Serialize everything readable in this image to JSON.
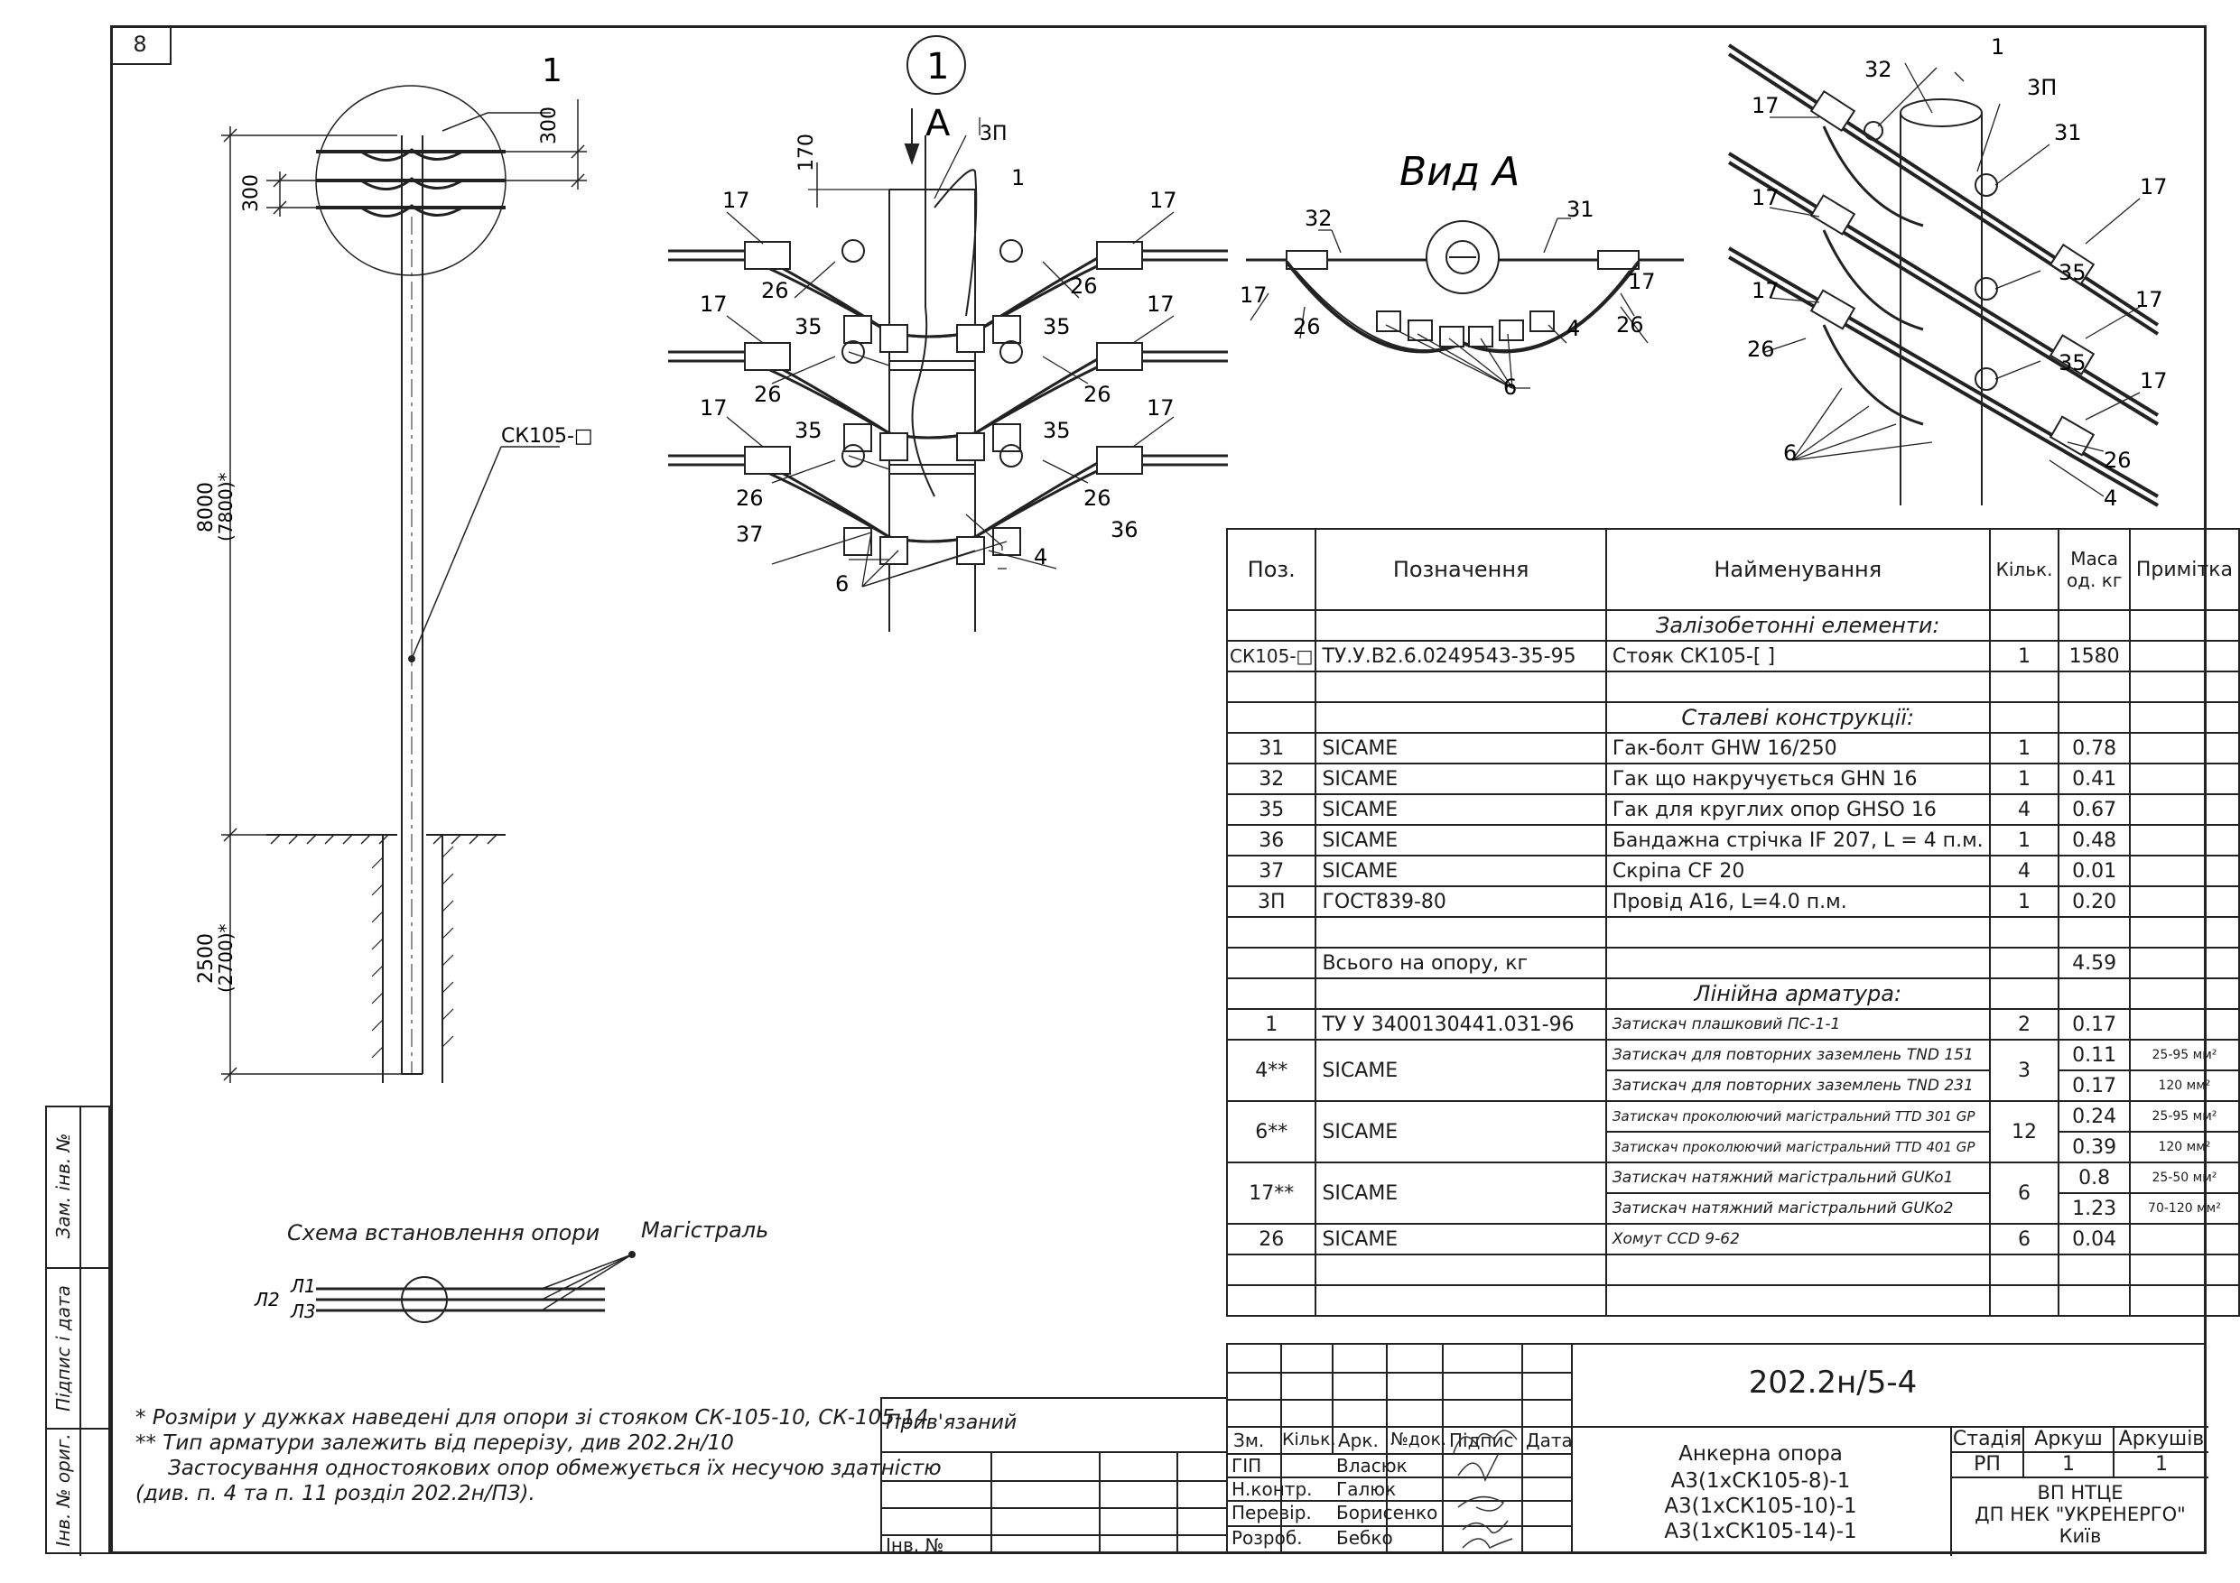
{
  "sheet_number": "8",
  "pole": {
    "callout": "1",
    "label": "СК105-□",
    "dim_top": "300",
    "dim_top2": "300",
    "dim_height": "8000",
    "dim_height_alt": "(7800)*",
    "dim_ground": "2500",
    "dim_ground_alt": "(2700)*"
  },
  "detail1": {
    "callout": "1",
    "view_arrow": "А",
    "dim": "170",
    "labels": {
      "zp": "3П",
      "p1": "1",
      "p17": "17",
      "p26": "26",
      "p35": "35",
      "p37": "37",
      "p36": "36",
      "p4": "4",
      "p6": "6"
    }
  },
  "view_a": {
    "title": "Вид А",
    "labels": {
      "p32": "32",
      "p31": "31",
      "p17": "17",
      "p26": "26",
      "p4": "4",
      "p6": "6"
    }
  },
  "iso": {
    "labels": {
      "p1": "1",
      "p32": "32",
      "zp": "3П",
      "p31": "31",
      "p17": "17",
      "p35": "35",
      "p26": "26",
      "p6": "6",
      "p4": "4"
    }
  },
  "scheme": {
    "title": "Схема встановлення опори",
    "main_label": "Магістраль",
    "l1": "Л1",
    "l2": "Л2",
    "l3": "Л3"
  },
  "notes": [
    "* Розміри у дужках наведені для опори зі стояком СК-105-10, СК-105-14",
    "** Тип арматури залежить від перерізу, див 202.2н/10",
    "Застосування одностоякових опор обмежується їх несучою здатністю",
    "(див. п. 4 та п. 11 розділ 202.2н/ПЗ)."
  ],
  "spec_table": {
    "headers": [
      "Поз.",
      "Позначення",
      "Найменування",
      "Кільк.",
      "Маса од. кг",
      "Примітка"
    ],
    "groups": {
      "concrete": "Залізобетонні елементи:",
      "steel": "Сталеві конструкції:",
      "line": "Лінійна арматура:"
    },
    "concrete_rows": [
      {
        "pos": "СК105-□",
        "code": "ТУ.У.В2.6.0249543-35-95",
        "name": "Стояк СК105-[        ]",
        "qty": "1",
        "mass": "1580",
        "note": ""
      }
    ],
    "steel_rows": [
      {
        "pos": "31",
        "code": "SICAME",
        "name": "Гак-болт GHW 16/250",
        "qty": "1",
        "mass": "0.78",
        "note": ""
      },
      {
        "pos": "32",
        "code": "SICAME",
        "name": "Гак що накручується GHN 16",
        "qty": "1",
        "mass": "0.41",
        "note": ""
      },
      {
        "pos": "35",
        "code": "SICAME",
        "name": "Гак для круглих опор GHSO 16",
        "qty": "4",
        "mass": "0.67",
        "note": ""
      },
      {
        "pos": "36",
        "code": "SICAME",
        "name": "Бандажна стрічка IF 207, L = 4 п.м.",
        "qty": "1",
        "mass": "0.48",
        "note": ""
      },
      {
        "pos": "37",
        "code": "SICAME",
        "name": "Скріпа CF 20",
        "qty": "4",
        "mass": "0.01",
        "note": ""
      },
      {
        "pos": "3П",
        "code": "ГОСТ839-80",
        "name": "Провід А16, L=4.0 п.м.",
        "qty": "1",
        "mass": "0.20",
        "note": ""
      }
    ],
    "total_label": "Всього на опору, кг",
    "total_mass": "4.59",
    "line_rows": [
      {
        "pos": "1",
        "code": "ТУ У 3400130441.031-96",
        "name": "Затискач плашковий ПС-1-1",
        "qty": "2",
        "mass": "0.17"
      },
      {
        "pos": "4**",
        "code": "SICAME",
        "name1": "Затискач для повторних заземлень TND 151",
        "name2": "Затискач для повторних заземлень TND 231",
        "qty": "3",
        "mass1": "0.11",
        "mass2": "0.17",
        "note1": "25-95 мм²",
        "note2": "120 мм²"
      },
      {
        "pos": "6**",
        "code": "SICAME",
        "name1": "Затискач проколюючий магістральний TTD 301 GP",
        "name2": "Затискач проколюючий магістральний TTD 401 GP",
        "qty": "12",
        "mass1": "0.24",
        "mass2": "0.39",
        "note1": "25-95 мм²",
        "note2": "120 мм²"
      },
      {
        "pos": "17**",
        "code": "SICAME",
        "name1": "Затискач натяжний магістральний GUKo1",
        "name2": "Затискач натяжний магістральний GUKo2",
        "qty": "6",
        "mass1": "0.8",
        "mass2": "1.23",
        "note1": "25-50 мм²",
        "note2": "70-120 мм²"
      },
      {
        "pos": "26",
        "code": "SICAME",
        "name": "Хомут CCD 9-62",
        "qty": "6",
        "mass": "0.04"
      }
    ]
  },
  "title_block": {
    "doc_code": "202.2н/5-4",
    "bound_label": "Прив'язаний",
    "inv_label": "Інв. №",
    "cols": [
      "Зм.",
      "Кільк.",
      "Арк.",
      "№док.",
      "Підпис",
      "Дата"
    ],
    "roles": [
      {
        "role": "ГІП",
        "name": "Власюк"
      },
      {
        "role": "Н.контр.",
        "name": "Галюк"
      },
      {
        "role": "Перевір.",
        "name": "Борисенко"
      },
      {
        "role": "Розроб.",
        "name": "Бебко"
      }
    ],
    "title_lines": [
      "Анкерна опора",
      "А3(1хСК105-8)-1",
      "А3(1хСК105-10)-1",
      "А3(1хСК105-14)-1"
    ],
    "stage_label": "Стадія",
    "sheet_label": "Аркуш",
    "sheets_label": "Аркушів",
    "stage": "РП",
    "sheet": "1",
    "sheets": "1",
    "org_lines": [
      "ВП НТЦЕ",
      "ДП НЕК \"УКРЕНЕРГО\"",
      "Київ"
    ]
  },
  "side_stamp": [
    "Інв. № ориг.",
    "Підпис і дата",
    "Зам. інв. №"
  ]
}
